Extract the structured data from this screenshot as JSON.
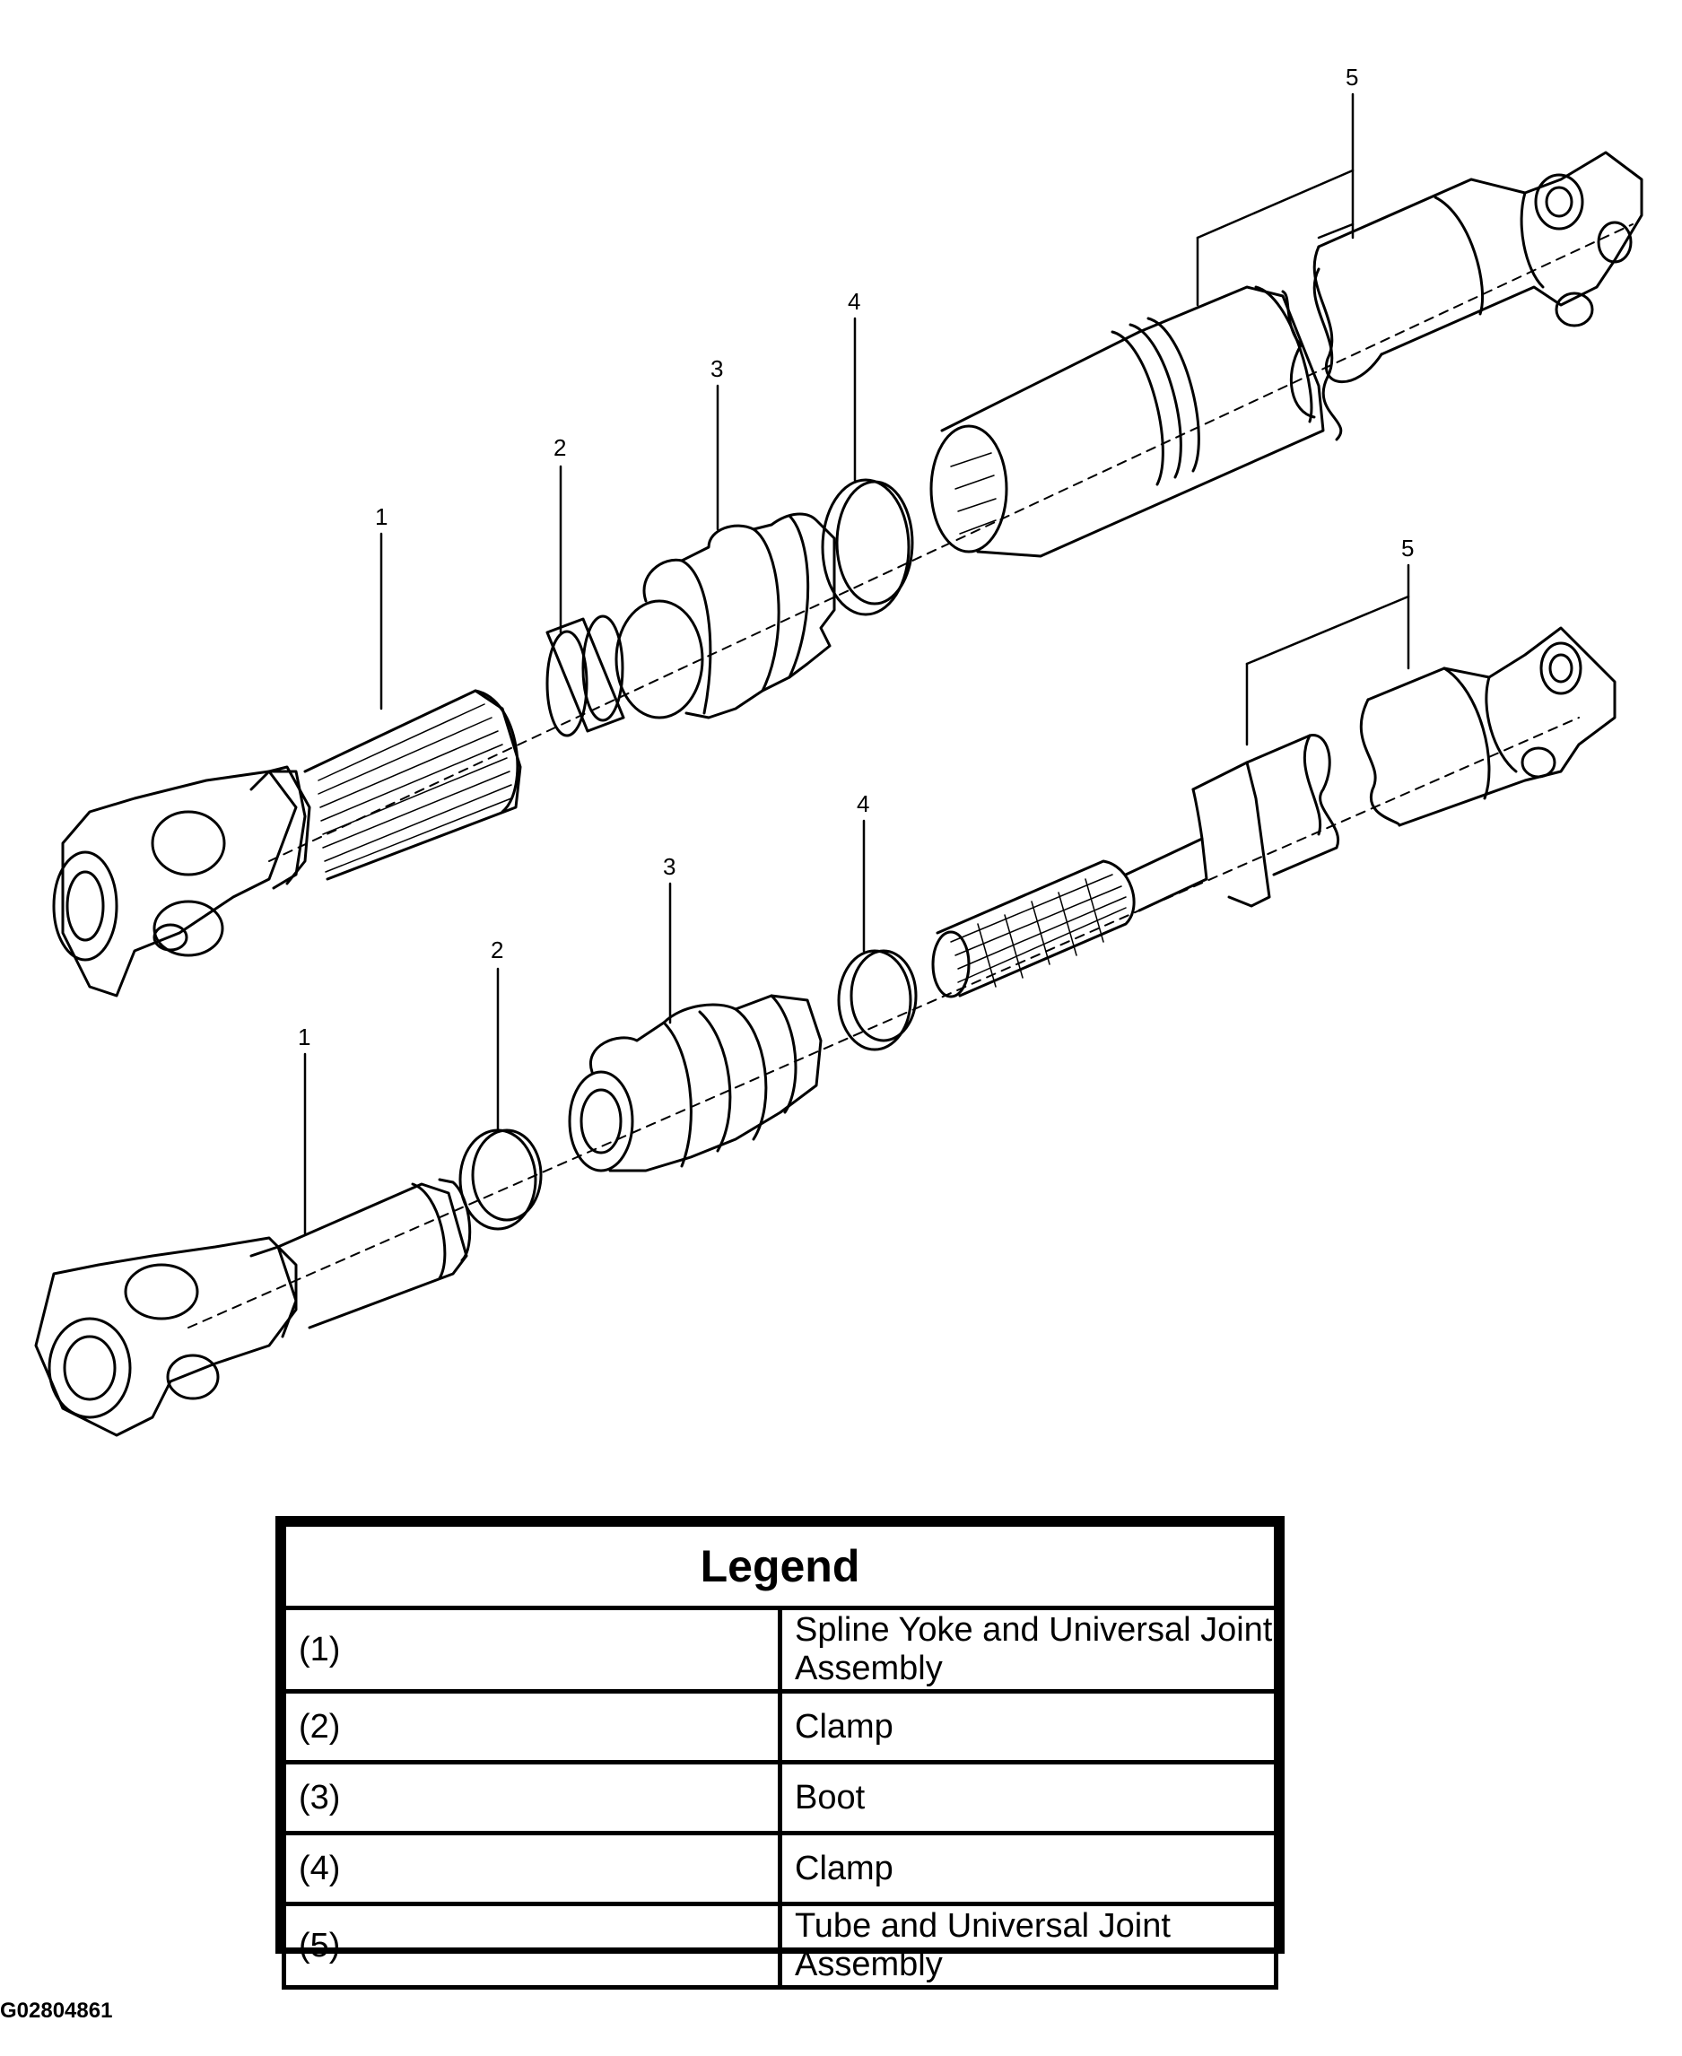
{
  "callouts": {
    "upper": [
      "1",
      "2",
      "3",
      "4",
      "5"
    ],
    "lower": [
      "1",
      "2",
      "3",
      "4",
      "5"
    ]
  },
  "legend": {
    "title": "Legend",
    "rows": [
      {
        "num": "(1)",
        "desc": "Spline Yoke and Universal Joint Assembly"
      },
      {
        "num": "(2)",
        "desc": "Clamp"
      },
      {
        "num": "(3)",
        "desc": "Boot"
      },
      {
        "num": "(4)",
        "desc": "Clamp"
      },
      {
        "num": "(5)",
        "desc": "Tube and Universal Joint Assembly"
      }
    ]
  },
  "figure_id": "G02804861"
}
